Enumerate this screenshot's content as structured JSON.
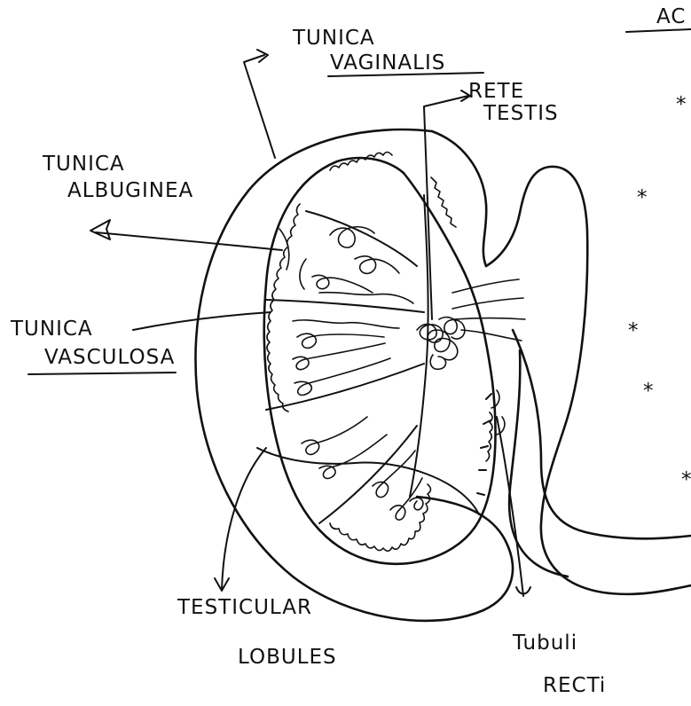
{
  "labels": {
    "tunica_vaginalis_line1": "TUNICA",
    "tunica_vaginalis_line2": "VAGINALIS",
    "tunica_albuginea_line1": "TUNICA",
    "tunica_albuginea_line2": "ALBUGINEA",
    "rete_testis_line1": "RETE",
    "rete_testis_line2": "TESTIS",
    "tunica_vasculosa_line1": "TUNICA",
    "tunica_vasculosa_line2": "VASCULOSA",
    "testicular_lobules_line1": "TESTICULAR",
    "testicular_lobules_line2": "LOBULES",
    "tubuli_recti_line1": "Tubuli",
    "tubuli_recti_line2": "RECTi",
    "corner_text": "AC"
  },
  "side_markers": [
    "*",
    "*",
    "*",
    "*",
    "*",
    "*"
  ]
}
